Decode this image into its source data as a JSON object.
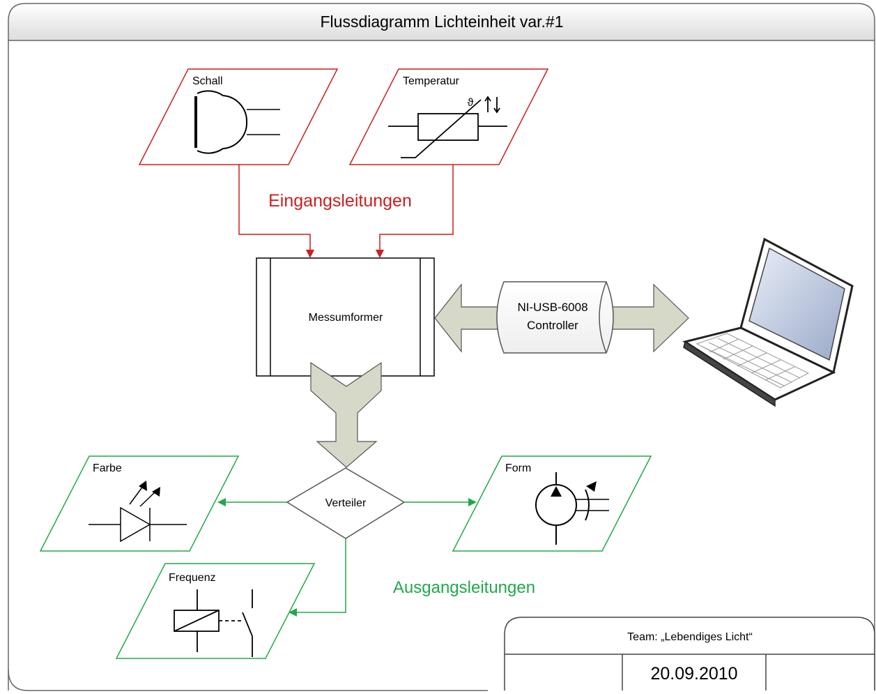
{
  "title": "Flussdiagramm Lichteinheit var.#1",
  "inputs": {
    "sound_label": "Schall",
    "temperature_label": "Temperatur",
    "theta_symbol": "ϑ",
    "group_label": "Eingangsleitungen"
  },
  "transducer_label": "Messumformer",
  "controller": {
    "line1": "NI-USB-6008",
    "line2": "Controller"
  },
  "distributor_label": "Verteiler",
  "outputs": {
    "color_label": "Farbe",
    "shape_label": "Form",
    "frequency_label": "Frequenz",
    "group_label": "Ausgangsleitungen"
  },
  "title_block": {
    "team": "Team: „Lebendiges Licht“",
    "date": "20.09.2010"
  },
  "colors": {
    "input_lines": "#cc1f1f",
    "output_lines": "#22a84a",
    "block_arrows": "#d6d9c8"
  }
}
